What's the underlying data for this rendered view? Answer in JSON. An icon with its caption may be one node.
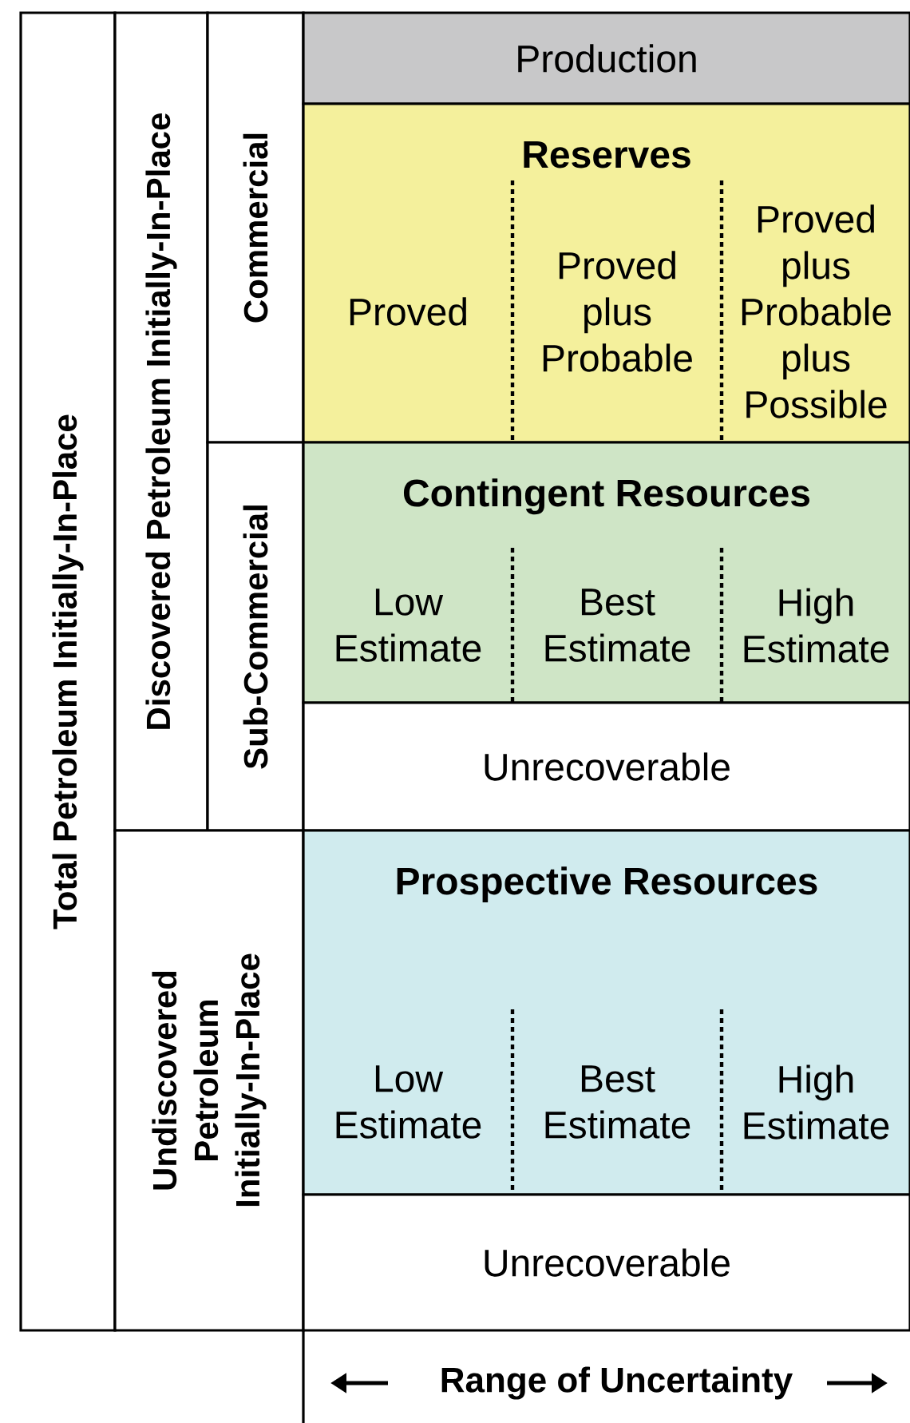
{
  "diagram": {
    "nodes": [
      {
        "text": [
          "Total Petroleum Initially-In-Place"
        ]
      },
      {
        "text": [
          "Discovered Petroleum Initially-In-Place"
        ]
      },
      {
        "text": [
          "Commercial"
        ]
      },
      {
        "text": [
          "Production"
        ]
      },
      {
        "text": [
          "Reserves"
        ]
      },
      {
        "text": [
          "Proved"
        ],
        "in": 4
      },
      {
        "text": [
          "Proved plus Probable"
        ],
        "in": 4
      },
      {
        "text": [
          "Proved plus Probable plus Possible"
        ],
        "in": 4
      },
      {
        "text": [
          "Sub-Commercial"
        ]
      },
      {
        "text": [
          "Contingent Resources"
        ]
      },
      {
        "text": [
          "Low Estimate"
        ],
        "in": 9
      },
      {
        "text": [
          "Best Estimate"
        ],
        "in": 9
      },
      {
        "text": [
          "High Estimate"
        ],
        "in": 9
      },
      {
        "text": [
          "Unrecoverable"
        ]
      },
      {
        "text": [
          "Undiscovered Petroleum Initially-In-Place"
        ]
      },
      {
        "text": [
          "Prospective Resources"
        ]
      },
      {
        "text": [
          "Low Estimate"
        ],
        "in": 15
      },
      {
        "text": [
          "Best Estimate"
        ],
        "in": 15
      },
      {
        "text": [
          "High Estimate"
        ],
        "in": 15
      },
      {
        "text": [
          "Unrecoverable"
        ]
      }
    ],
    "labels": [
      "Range of Uncertainty"
    ]
  }
}
